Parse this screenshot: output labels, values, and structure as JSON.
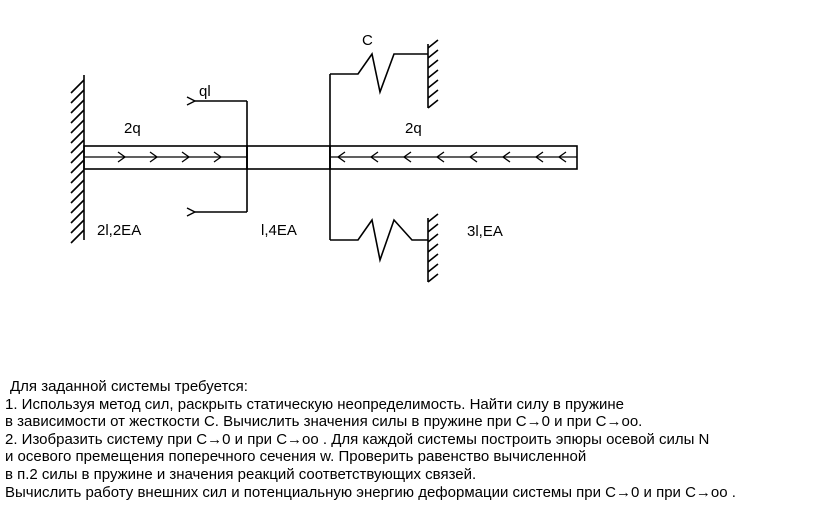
{
  "diagram": {
    "labels": {
      "spring_stiffness": "C",
      "point_force": "ql",
      "left_distributed_load": "2q",
      "right_distributed_load": "2q",
      "segment_1": "2l,2EA",
      "segment_2": "l,4EA",
      "segment_3": "3l,EA"
    },
    "line_color": "#000000"
  },
  "task": {
    "lines": [
      "Для заданной системы требуется:",
      "1. Используя метод сил, раскрыть статическую неопределимость. Найти силу в пружине",
      "в зависимости от жесткости С. Вычислить значения силы в пружине при С→0 и при С→оо.",
      "2. Изобразить систему при С→0 и при С→оо . Для каждой системы построить эпюры осевой силы N",
      "и осевого премещения поперечного сечения w. Проверить равенство вычисленной",
      "в п.2 силы в пружине и значения реакций соответствующих связей.",
      "Вычислить работу внешних сил и потенциальную энергию деформации системы при С→0 и при С→оо ."
    ]
  }
}
